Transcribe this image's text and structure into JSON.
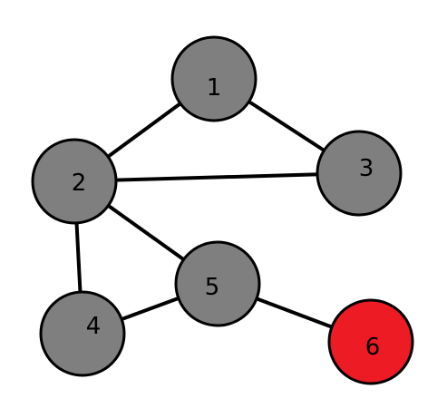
{
  "colors": {
    "default_node": "#7f7f7f",
    "highlight_node": "#ed1c24",
    "edge": "#000000",
    "outline": "#000000"
  },
  "nodes": [
    {
      "id": "1",
      "label": "1",
      "fill": "#7f7f7f",
      "label_color": "#000000"
    },
    {
      "id": "2",
      "label": "2",
      "fill": "#7f7f7f",
      "label_color": "#000000"
    },
    {
      "id": "3",
      "label": "3",
      "fill": "#7f7f7f",
      "label_color": "#000000"
    },
    {
      "id": "4",
      "label": "4",
      "fill": "#7f7f7f",
      "label_color": "#000000"
    },
    {
      "id": "5",
      "label": "5",
      "fill": "#7f7f7f",
      "label_color": "#000000"
    },
    {
      "id": "6",
      "label": "6",
      "fill": "#ed1c24",
      "label_color": "#ffffff"
    }
  ],
  "edges": [
    {
      "from": "1",
      "to": "2"
    },
    {
      "from": "1",
      "to": "3"
    },
    {
      "from": "2",
      "to": "3"
    },
    {
      "from": "2",
      "to": "4"
    },
    {
      "from": "2",
      "to": "5"
    },
    {
      "from": "4",
      "to": "5"
    },
    {
      "from": "5",
      "to": "6"
    }
  ]
}
